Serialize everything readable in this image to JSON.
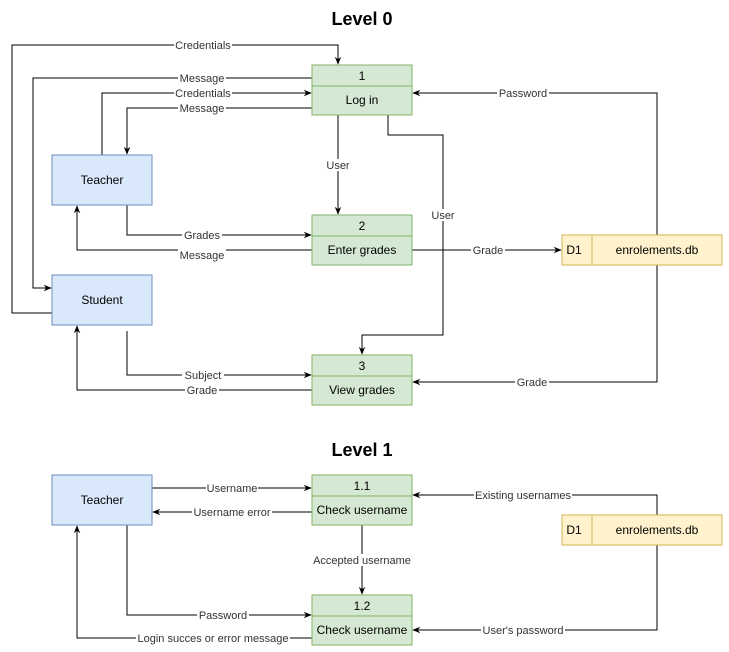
{
  "level0": {
    "title": "Level 0",
    "teacher": "Teacher",
    "student": "Student",
    "p1": {
      "num": "1",
      "label": "Log in"
    },
    "p2": {
      "num": "2",
      "label": "Enter grades"
    },
    "p3": {
      "num": "3",
      "label": "View grades"
    },
    "store": {
      "id": "D1",
      "label": "enrolements.db"
    },
    "flows": {
      "credentials_student": "Credentials",
      "message_student": "Message",
      "credentials_teacher": "Credentials",
      "message_teacher": "Message",
      "password": "Password",
      "user_p1_p2": "User",
      "user_p1_p3": "User",
      "grades": "Grades",
      "message_p2": "Message",
      "grade_store": "Grade",
      "subject": "Subject",
      "grade_student": "Grade",
      "grade_store_p3": "Grade"
    }
  },
  "level1": {
    "title": "Level 1",
    "teacher": "Teacher",
    "p11": {
      "num": "1.1",
      "label": "Check username"
    },
    "p12": {
      "num": "1.2",
      "label": "Check username"
    },
    "store": {
      "id": "D1",
      "label": "enrolements.db"
    },
    "flows": {
      "username": "Username",
      "username_error": "Username error",
      "existing_usernames": "Existing usernames",
      "accepted_username": "Accepted username",
      "password": "Password",
      "users_password": "User's password",
      "login_result": "Login succes or error message"
    }
  }
}
